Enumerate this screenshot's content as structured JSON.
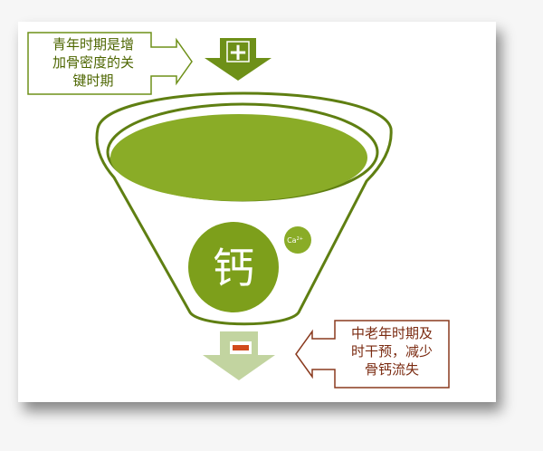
{
  "callouts": {
    "top_left": {
      "lines": [
        "青年时期是增",
        "加骨密度的关",
        "键时期"
      ]
    },
    "bottom_right": {
      "lines": [
        "中老年时期及",
        "时干预，减少",
        "骨钙流失"
      ]
    }
  },
  "funnel": {
    "center_label": "钙",
    "badge_main": "Ca",
    "badge_sup": "2+"
  },
  "arrows": {
    "top_symbol": "+",
    "bottom_symbol": "−"
  },
  "colors": {
    "dark_green": "#5f7f12",
    "mid_green": "#86a81d",
    "light_green": "#a9c551",
    "pale_green": "#c2d4a0",
    "red": "#d24a1d",
    "brown": "#8a3a1e"
  }
}
